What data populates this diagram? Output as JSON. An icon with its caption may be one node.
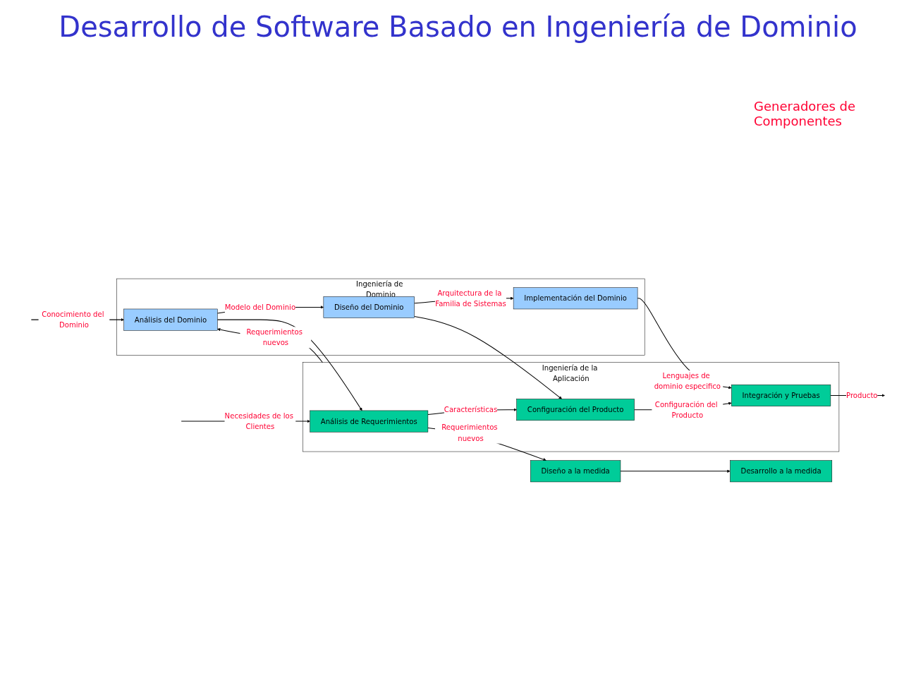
{
  "diagram": {
    "title": "Desarrollo de Software Basado en Ingeniería de Dominio",
    "nodes": [
      {
        "text": [
          "Ingeniería de Dominio"
        ]
      },
      {
        "text": [
          "Análisis del Dominio"
        ],
        "in": 0
      },
      {
        "text": [
          "Diseño del Dominio"
        ],
        "in": 0
      },
      {
        "text": [
          "Implementación del Dominio"
        ],
        "in": 0
      },
      {
        "text": [
          "Ingeniería de la Aplicación"
        ]
      },
      {
        "text": [
          "Análisis de Requerimientos"
        ],
        "in": 4
      },
      {
        "text": [
          "Configuración del Producto"
        ],
        "in": 4
      },
      {
        "text": [
          "Diseño a la medida"
        ]
      },
      {
        "text": [
          "Integración y Pruebas"
        ],
        "in": 4
      },
      {
        "text": [
          "Desarrollo a la medida"
        ]
      }
    ],
    "edges": [
      {
        "from": null,
        "to": 1,
        "arrow": "to",
        "label": "Conocimiento del Dominio"
      },
      {
        "from": 1,
        "to": 2,
        "arrow": "to",
        "label": "Modelo del Dominio"
      },
      {
        "from": 2,
        "to": 3,
        "arrow": "to",
        "label": "Arquitectura de la Familia de Sistemas"
      },
      {
        "from": 4,
        "to": 1,
        "arrow": "to",
        "label": "Requerimientos nuevos"
      },
      {
        "from": 1,
        "to": 5,
        "arrow": "to"
      },
      {
        "from": 2,
        "to": 6,
        "arrow": "to"
      },
      {
        "from": 3,
        "to": 8,
        "arrow": "to",
        "label": "Lenguajes de dominio especifico"
      },
      {
        "from": null,
        "to": 5,
        "arrow": "to",
        "label": "Necesidades de los Clientes"
      },
      {
        "from": 5,
        "to": 6,
        "arrow": "to",
        "label": "Características"
      },
      {
        "from": 5,
        "to": 7,
        "arrow": "to",
        "label": "Requerimientos nuevos"
      },
      {
        "from": 7,
        "to": 9,
        "arrow": "to"
      },
      {
        "from": 6,
        "to": 8,
        "arrow": "to",
        "label": "Configuración del Producto"
      },
      {
        "from": 8,
        "to": null,
        "arrow": "to",
        "label": "Producto"
      }
    ],
    "labels": [
      "Generadores de Componentes"
    ]
  }
}
